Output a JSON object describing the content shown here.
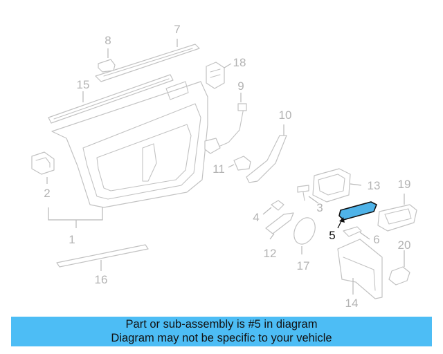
{
  "callouts": {
    "c1": "1",
    "c2": "2",
    "c3": "3",
    "c4": "4",
    "c5": "5",
    "c6": "6",
    "c7": "7",
    "c8": "8",
    "c9": "9",
    "c10": "10",
    "c11": "11",
    "c12": "12",
    "c13": "13",
    "c14": "14",
    "c15": "15",
    "c16": "16",
    "c17": "17",
    "c18": "18",
    "c19": "19",
    "c20": "20"
  },
  "highlighted_part": "5",
  "colors": {
    "highlight": "#4fb3e8",
    "banner": "#4dbdf5",
    "line": "#c2c2c2"
  },
  "banner": {
    "line1": "Part or sub-assembly is #5 in diagram",
    "line2": "Diagram may not be specific to your vehicle"
  }
}
